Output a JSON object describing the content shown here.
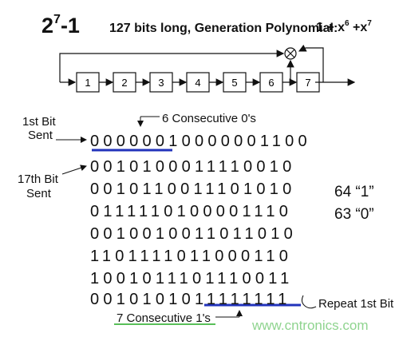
{
  "title": {
    "main": "2",
    "main_exp": "7",
    "main_tail": "-1",
    "subtitle": "127 bits long,  Generation Polynomial:",
    "poly_prefix": "1 + x",
    "poly_exp1": "6",
    "poly_mid": " +x",
    "poly_exp2": "7"
  },
  "registers": [
    "1",
    "2",
    "3",
    "4",
    "5",
    "6",
    "7"
  ],
  "labels": {
    "consec_zeros": "6 Consecutive 0's",
    "first_bit_line1": "1st Bit",
    "first_bit_line2": "Sent",
    "seventeenth_line1": "17th Bit",
    "seventeenth_line2": "Sent",
    "repeat_first": "Repeat 1st Bit",
    "consec_ones": "7 Consecutive 1's"
  },
  "sequence": [
    "0000001000000110 0",
    "0010100011110010",
    "0010110011101010",
    "0111110100001110",
    "0010010011011010",
    "1101111011000110",
    "1001011101110011",
    "0010101011111111"
  ],
  "stats": {
    "ones": "64 “1”",
    "zeros": "63 “0”"
  },
  "watermark": "www.cntronics.com",
  "colors": {
    "underline": "#2233bb",
    "green_underline": "#22aa22",
    "watermark": "#8fd48f"
  }
}
